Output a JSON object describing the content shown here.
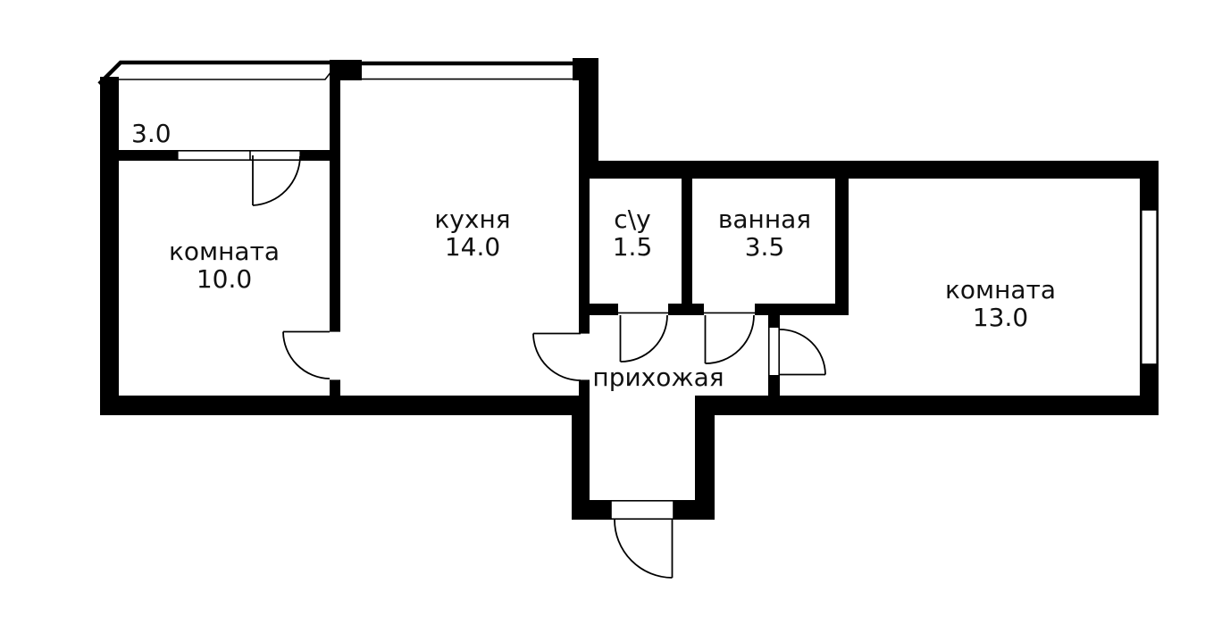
{
  "page": {
    "background_color": "#ffffff",
    "wall_color": "#000000",
    "text_color": "#111111"
  },
  "rooms": [
    {
      "id": "balcony",
      "name": "",
      "area": "3.0"
    },
    {
      "id": "room-1",
      "name": "комната",
      "area": "10.0"
    },
    {
      "id": "kitchen",
      "name": "кухня",
      "area": "14.0"
    },
    {
      "id": "wc",
      "name": "с\\у",
      "area": "1.5"
    },
    {
      "id": "bathroom",
      "name": "ванная",
      "area": "3.5"
    },
    {
      "id": "room-2",
      "name": "комната",
      "area": "13.0"
    },
    {
      "id": "hallway",
      "name": "прихожая",
      "area": ""
    }
  ]
}
